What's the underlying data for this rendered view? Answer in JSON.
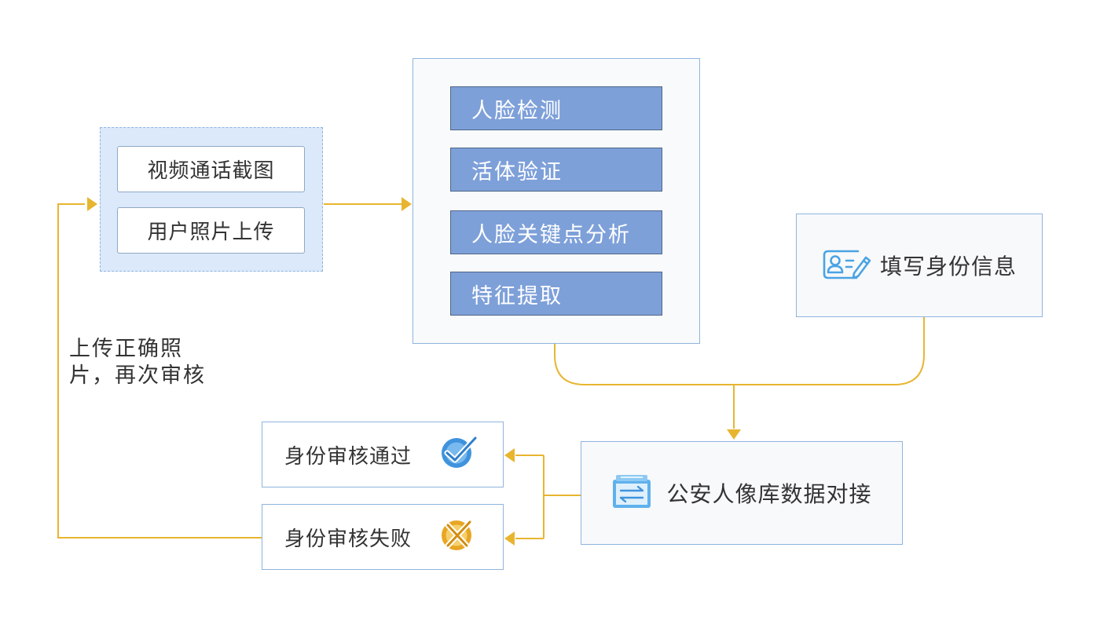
{
  "input_group": {
    "items": [
      {
        "label": "视频通话截图"
      },
      {
        "label": "用户照片上传"
      }
    ]
  },
  "processing": {
    "steps": [
      {
        "label": "人脸检测"
      },
      {
        "label": "活体验证"
      },
      {
        "label": "人脸关键点分析"
      },
      {
        "label": "特征提取"
      }
    ]
  },
  "identity_info": {
    "label": "填写身份信息",
    "icon": "id-card-edit-icon"
  },
  "database": {
    "label": "公安人像库数据对接",
    "icon": "database-sync-icon"
  },
  "results": {
    "pass": {
      "label": "身份审核通过",
      "icon": "check-icon"
    },
    "fail": {
      "label": "身份审核失败",
      "icon": "cross-icon"
    }
  },
  "loop_note": {
    "line1": "上传正确照",
    "line2": "片，再次审核"
  },
  "colors": {
    "connector": "#e8b530",
    "step_fill": "#7ea0d9",
    "step_border": "#4f6685",
    "group_fill": "#dce9fb",
    "box_border": "#8fb4de",
    "icon_blue": "#4aa3e4",
    "pass_blue": "#3f93dd",
    "fail_orange": "#e8a624"
  }
}
